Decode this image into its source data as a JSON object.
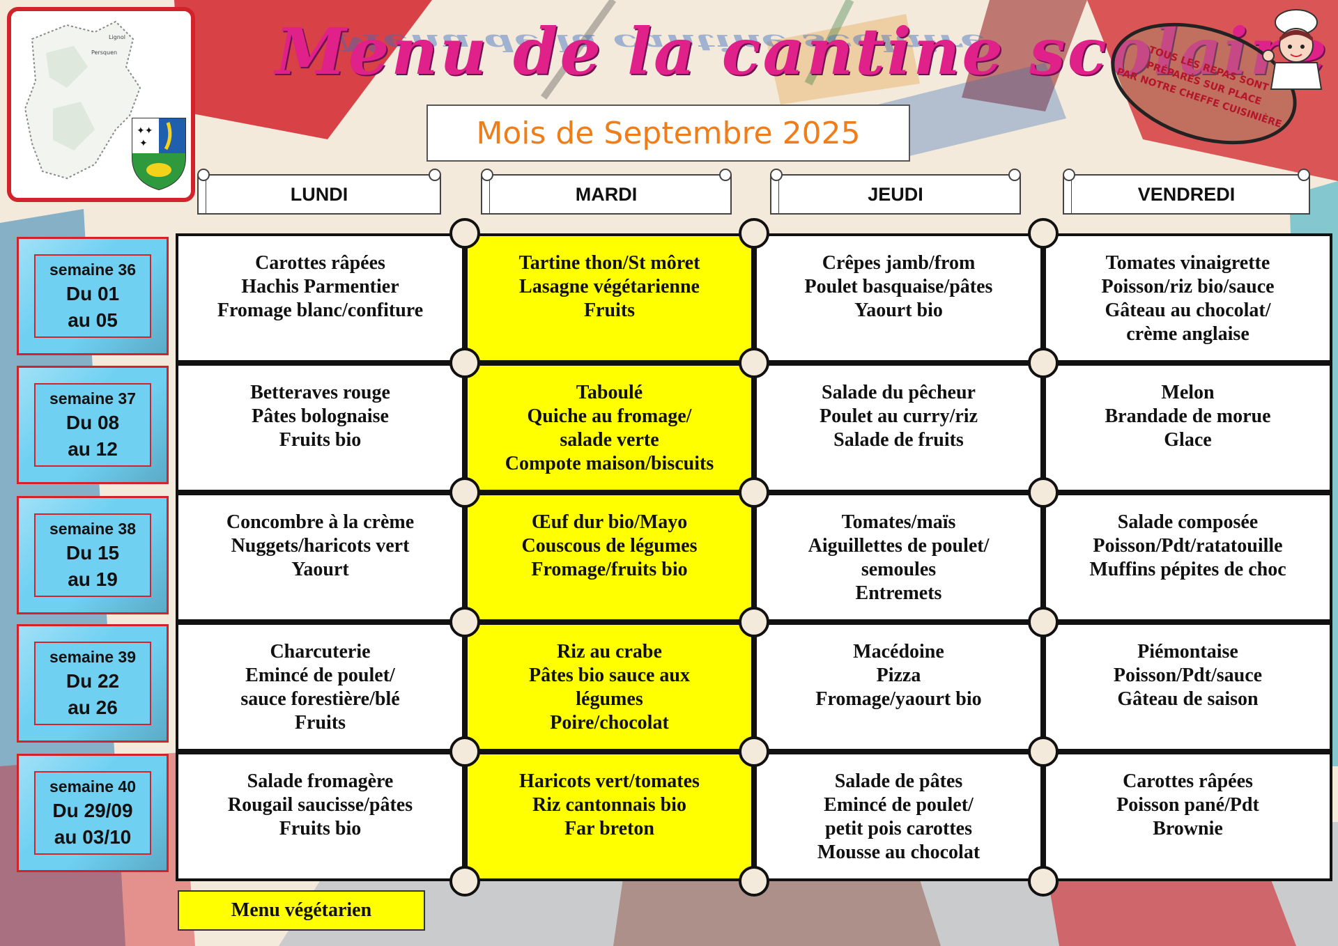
{
  "title": "Menu de la cantine scolaire",
  "month": "Mois de Septembre 2025",
  "stamp": [
    "TOUS LES REPAS SONT",
    "PRÉPARÉS SUR PLACE",
    "PAR NOTRE CHEFFE CUISINIÈRE"
  ],
  "map_labels": [
    "Persquen",
    "Lignol"
  ],
  "days": [
    "LUNDI",
    "MARDI",
    "JEUDI",
    "VENDREDI"
  ],
  "weeks": [
    {
      "label": "semaine 36",
      "from": "Du  01",
      "to": "au 05"
    },
    {
      "label": "semaine 37",
      "from": "Du 08",
      "to": "au 12"
    },
    {
      "label": "semaine 38",
      "from": "Du 15",
      "to": "au 19"
    },
    {
      "label": "semaine 39",
      "from": "Du 22",
      "to": "au 26"
    },
    {
      "label": "semaine 40",
      "from": "Du 29/09",
      "to": "au 03/10"
    }
  ],
  "menu": [
    [
      [
        "Carottes râpées",
        "Hachis Parmentier",
        "Fromage blanc/confiture"
      ],
      [
        "Tartine thon/St môret",
        "Lasagne végétarienne",
        "Fruits"
      ],
      [
        "Crêpes jamb/from",
        "Poulet basquaise/pâtes",
        "Yaourt bio"
      ],
      [
        "Tomates vinaigrette",
        "Poisson/riz bio/sauce",
        "Gâteau au chocolat/",
        "crème anglaise"
      ]
    ],
    [
      [
        "Betteraves rouge",
        "Pâtes bolognaise",
        "Fruits bio"
      ],
      [
        "Taboulé",
        "Quiche au fromage/",
        "salade verte",
        "Compote maison/biscuits"
      ],
      [
        "Salade du pêcheur",
        "Poulet au curry/riz",
        "Salade de fruits"
      ],
      [
        "Melon",
        "Brandade de morue",
        "Glace"
      ]
    ],
    [
      [
        "Concombre à la crème",
        "Nuggets/haricots vert",
        "Yaourt"
      ],
      [
        "Œuf dur bio/Mayo",
        "Couscous de légumes",
        "Fromage/fruits bio"
      ],
      [
        "Tomates/maïs",
        "Aiguillettes de poulet/",
        "semoules",
        "Entremets"
      ],
      [
        "Salade composée",
        "Poisson/Pdt/ratatouille",
        "Muffins pépites de choc"
      ]
    ],
    [
      [
        "Charcuterie",
        "Emincé de poulet/",
        "sauce forestière/blé",
        "Fruits"
      ],
      [
        "Riz au crabe",
        "Pâtes bio sauce aux",
        "légumes",
        "Poire/chocolat"
      ],
      [
        "Macédoine",
        "Pizza",
        "Fromage/yaourt bio"
      ],
      [
        "Piémontaise",
        "Poisson/Pdt/sauce",
        "Gâteau de saison"
      ]
    ],
    [
      [
        "Salade fromagère",
        "Rougail saucisse/pâtes",
        "Fruits bio"
      ],
      [
        "Haricots vert/tomates",
        "Riz cantonnais bio",
        "Far breton"
      ],
      [
        "Salade de pâtes",
        "Emincé de poulet/",
        "petit pois carottes",
        "Mousse au chocolat"
      ],
      [
        "Carottes râpées",
        "Poisson pané/Pdt",
        "Brownie"
      ]
    ]
  ],
  "legend": "Menu  végétarien",
  "colors": {
    "title": "#e0218a",
    "month": "#ef7d1a",
    "vegetarian": "#ffff00",
    "week_box": "#6fd0f2",
    "week_border": "#d2232a"
  },
  "icons": [
    "map-icon",
    "coat-of-arms-icon",
    "chef-icon"
  ]
}
